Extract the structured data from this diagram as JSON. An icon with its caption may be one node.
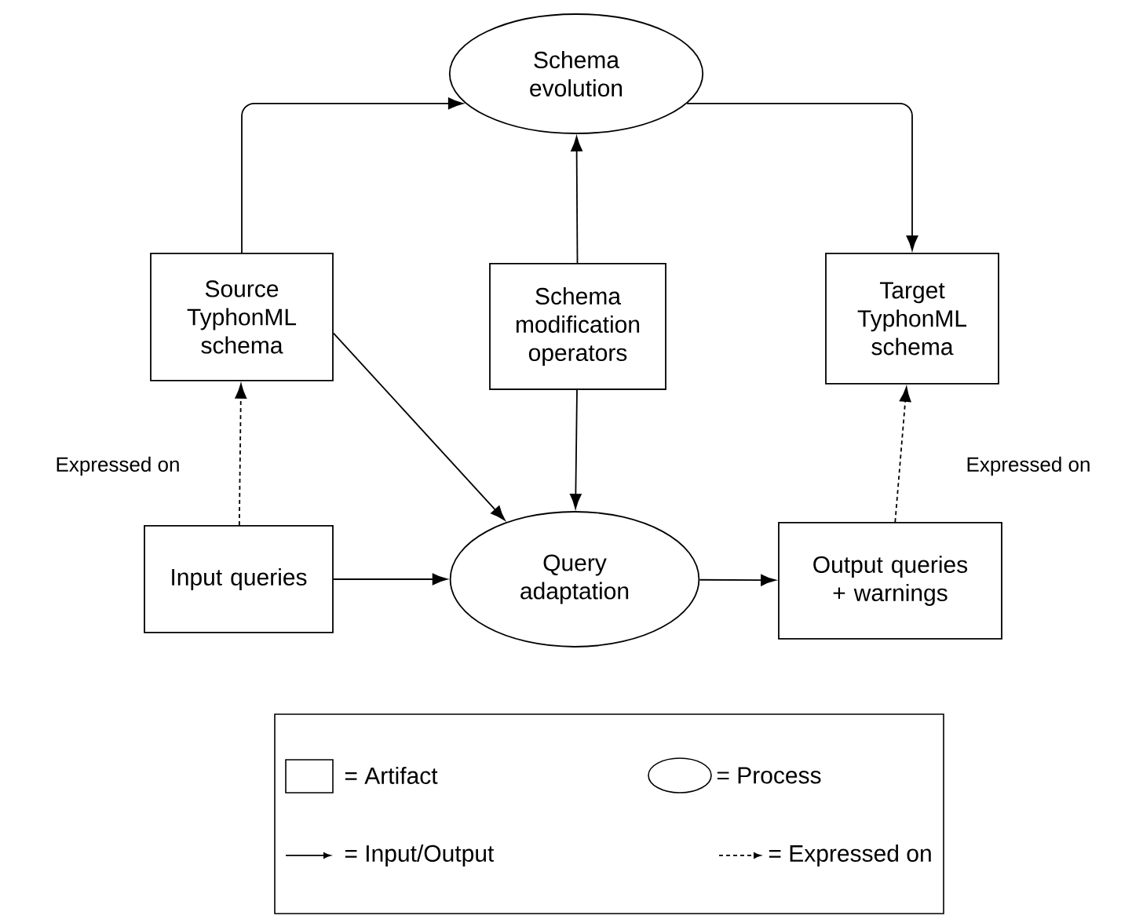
{
  "diagram": {
    "nodes": [
      {
        "text": [
          "Schema evolution"
        ]
      },
      {
        "text": [
          "Source TyphonML schema"
        ]
      },
      {
        "text": [
          "Schema modification operators"
        ]
      },
      {
        "text": [
          "Target TyphonML schema"
        ]
      },
      {
        "text": [
          "Input queries"
        ]
      },
      {
        "text": [
          "Query adaptation"
        ]
      },
      {
        "text": [
          "Output queries + warnings"
        ]
      }
    ],
    "edges": [
      {
        "from": 1,
        "to": 0,
        "arrow": "to"
      },
      {
        "from": 0,
        "to": 3,
        "arrow": "to"
      },
      {
        "from": 2,
        "to": 0,
        "arrow": "to"
      },
      {
        "from": 2,
        "to": 5,
        "arrow": "to"
      },
      {
        "from": 1,
        "to": 5,
        "arrow": "to"
      },
      {
        "from": 4,
        "to": 1,
        "arrow": "to",
        "style": "dashed",
        "label": "Expressed on"
      },
      {
        "from": 4,
        "to": 5,
        "arrow": "to"
      },
      {
        "from": 5,
        "to": 6,
        "arrow": "to"
      },
      {
        "from": 6,
        "to": 3,
        "arrow": "to",
        "style": "dashed",
        "label": "Expressed on"
      }
    ],
    "legend": [
      {
        "text": "= Artifact"
      },
      {
        "text": "= Process"
      },
      {
        "text": "= Input/Output"
      },
      {
        "text": "= Expressed on"
      }
    ]
  }
}
